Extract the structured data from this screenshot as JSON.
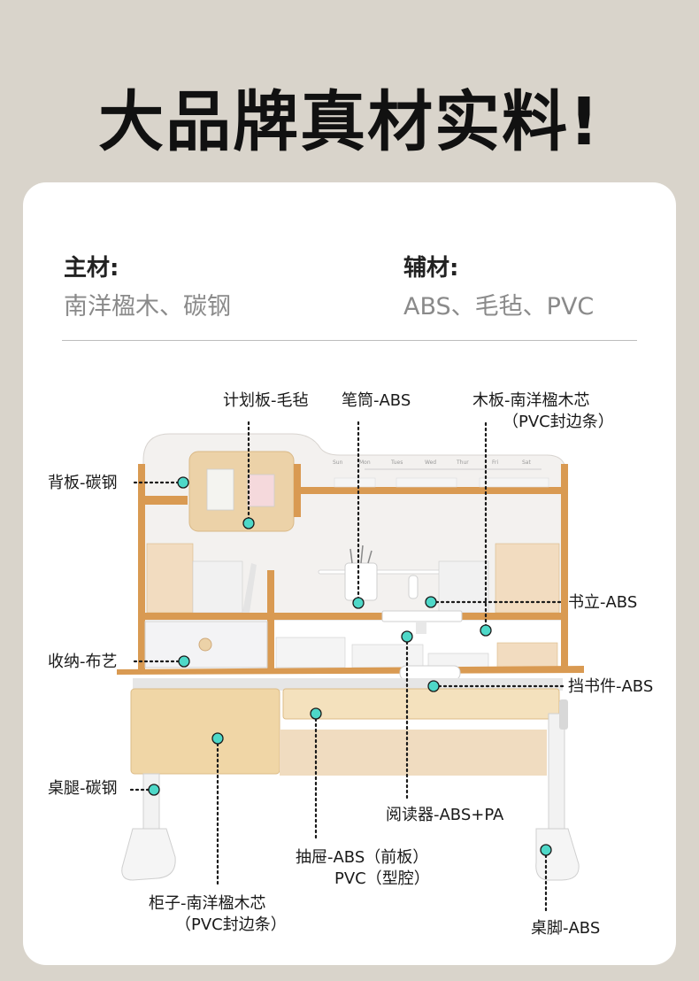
{
  "headline": "大品牌真材实料!",
  "materials": {
    "main": {
      "title": "主材:",
      "value": "南洋楹木、碳钢"
    },
    "aux": {
      "title": "辅材:",
      "value": "ABS、毛毡、PVC"
    }
  },
  "week_days": [
    "Sun",
    "Mon",
    "Tues",
    "Wed",
    "Thur",
    "Fri",
    "Sat"
  ],
  "callouts": {
    "planner": "计划板-毛毡",
    "pen_holder": "笔筒-ABS",
    "wood_board_1": "木板-南洋楹木芯",
    "wood_board_2": "（PVC封边条）",
    "back_panel": "背板-碳钢",
    "book_stand": "书立-ABS",
    "storage": "收纳-布艺",
    "book_stopper": "挡书件-ABS",
    "desk_leg": "桌腿-碳钢",
    "reader": "阅读器-ABS+PA",
    "drawer_1": "抽屉-ABS（前板）",
    "drawer_2": "PVC（型腔）",
    "cabinet_1": "柜子-南洋楹木芯",
    "cabinet_2": "（PVC封边条）",
    "foot": "桌脚-ABS"
  },
  "colors": {
    "page_bg": "#d9d4cb",
    "card_bg": "#ffffff",
    "wood": "#d99a52",
    "cabinet": "#f0d6a6",
    "marker": "#4ed8c8"
  }
}
